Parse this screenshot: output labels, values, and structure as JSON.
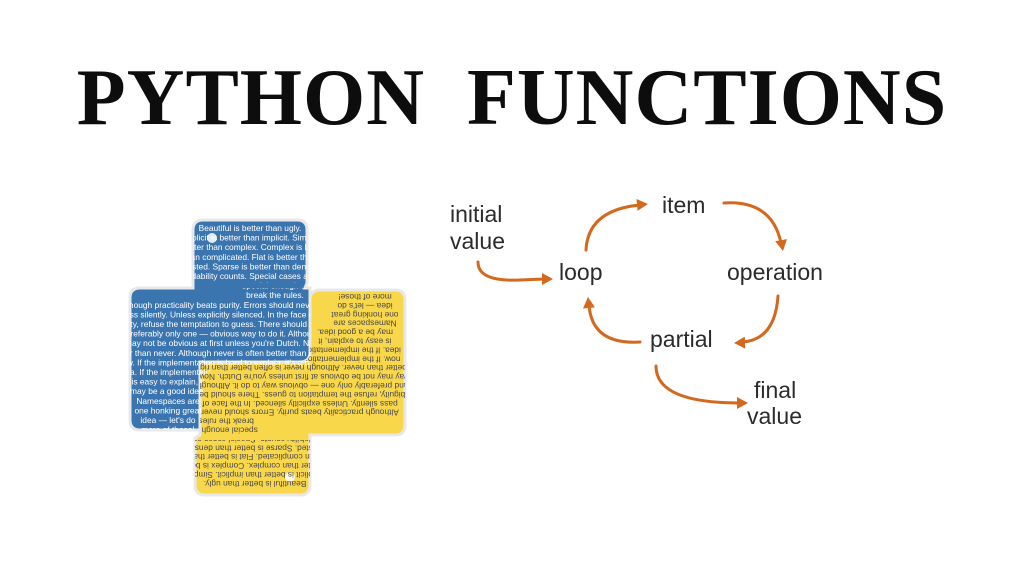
{
  "title": "PYTHON  FUNCTIONS",
  "colors": {
    "python_blue": "#3a75b0",
    "python_yellow": "#f9d74a",
    "arrow": "#d2691e"
  },
  "logo": {
    "icon": "python-logo-icon",
    "blue_text": [
      "Beautiful is better than ugly.",
      "Explicit is better than implicit. Simple",
      "is better than complex. Complex is better",
      "than complicated. Flat is better than",
      "nested. Sparse is better than dense.",
      "Readability counts. Special cases aren't",
      "special enough to",
      "break the rules.",
      "Although practicality beats purity. Errors should never",
      "pass silently. Unless explicitly silenced. In the face of",
      "ambiguity, refuse the temptation to guess. There should be one",
      "— and preferably only one — obvious way to do it. Although that",
      "way may not be obvious at first unless you're Dutch. Now is",
      "better than never. Although never is often better than right",
      "now. If the implementation is hard to explain, it's a bad",
      "idea. If the implementation",
      "is easy to explain, it",
      "may be a good idea.",
      "Namespaces are",
      "one honking great",
      "idea — let's do",
      "more of those!"
    ],
    "yellow_text": [
      "more of those!",
      "idea — let's do",
      "one honking great",
      "Namespaces are",
      "may be a good idea.",
      "is easy to explain, it",
      "idea. If the implementation is hard to explain, it's a bad",
      "now. If the implementation is hard to explain, it's a bad",
      "better than never. Although never is often better than right",
      "way may not be obvious at first unless you're Dutch. Now is",
      "— and preferably only one — obvious way to do it. Although that",
      "ambiguity, refuse the temptation to guess. There should be one",
      "pass silently. Unless explicitly silenced. In the face of",
      "Although practicality beats purity. Errors should never",
      "break the rules.",
      "special enough to",
      "Readability counts. Special cases aren't",
      "nested. Sparse is better than dense.",
      "than complicated. Flat is better than",
      "is better than complex. Complex is better",
      "Explicit is better than implicit. Simple",
      "Beautiful is better than ugly."
    ]
  },
  "diagram": {
    "initial_value": [
      "initial",
      "value"
    ],
    "loop": "loop",
    "item": "item",
    "operation": "operation",
    "partial": "partial",
    "final_value": [
      "final",
      "value"
    ]
  }
}
